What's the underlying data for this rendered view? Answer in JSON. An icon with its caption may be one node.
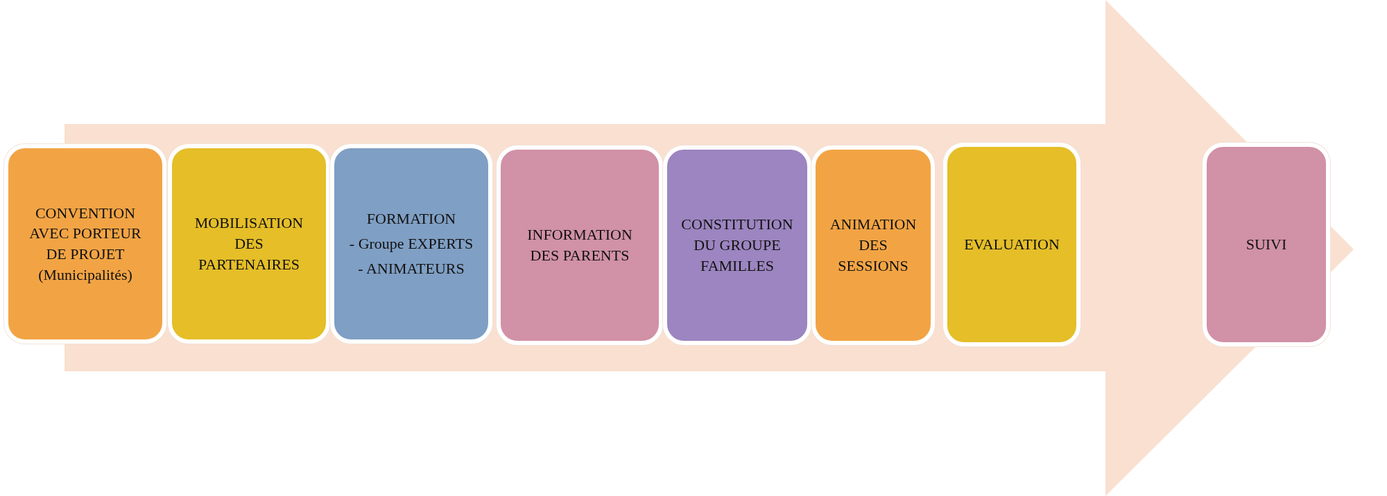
{
  "diagram": {
    "nodes": [
      {
        "text": [
          "CONVENTION AVEC PORTEUR DE PROJET (Municipalités)"
        ]
      },
      {
        "text": [
          "MOBILISATION DES PARTENAIRES"
        ]
      },
      {
        "text": [
          "FORMATION",
          "- Groupe EXPERTS",
          "- ANIMATEURS"
        ]
      },
      {
        "text": [
          "INFORMATION DES PARENTS"
        ]
      },
      {
        "text": [
          "CONSTITUTION DU GROUPE FAMILLES"
        ]
      },
      {
        "text": [
          "ANIMATION DES SESSIONS"
        ]
      },
      {
        "text": [
          "EVALUATION"
        ]
      },
      {
        "text": [
          "SUIVI"
        ]
      }
    ],
    "edges": [
      {
        "from": 0,
        "to": 7,
        "arrow": "to"
      }
    ]
  }
}
